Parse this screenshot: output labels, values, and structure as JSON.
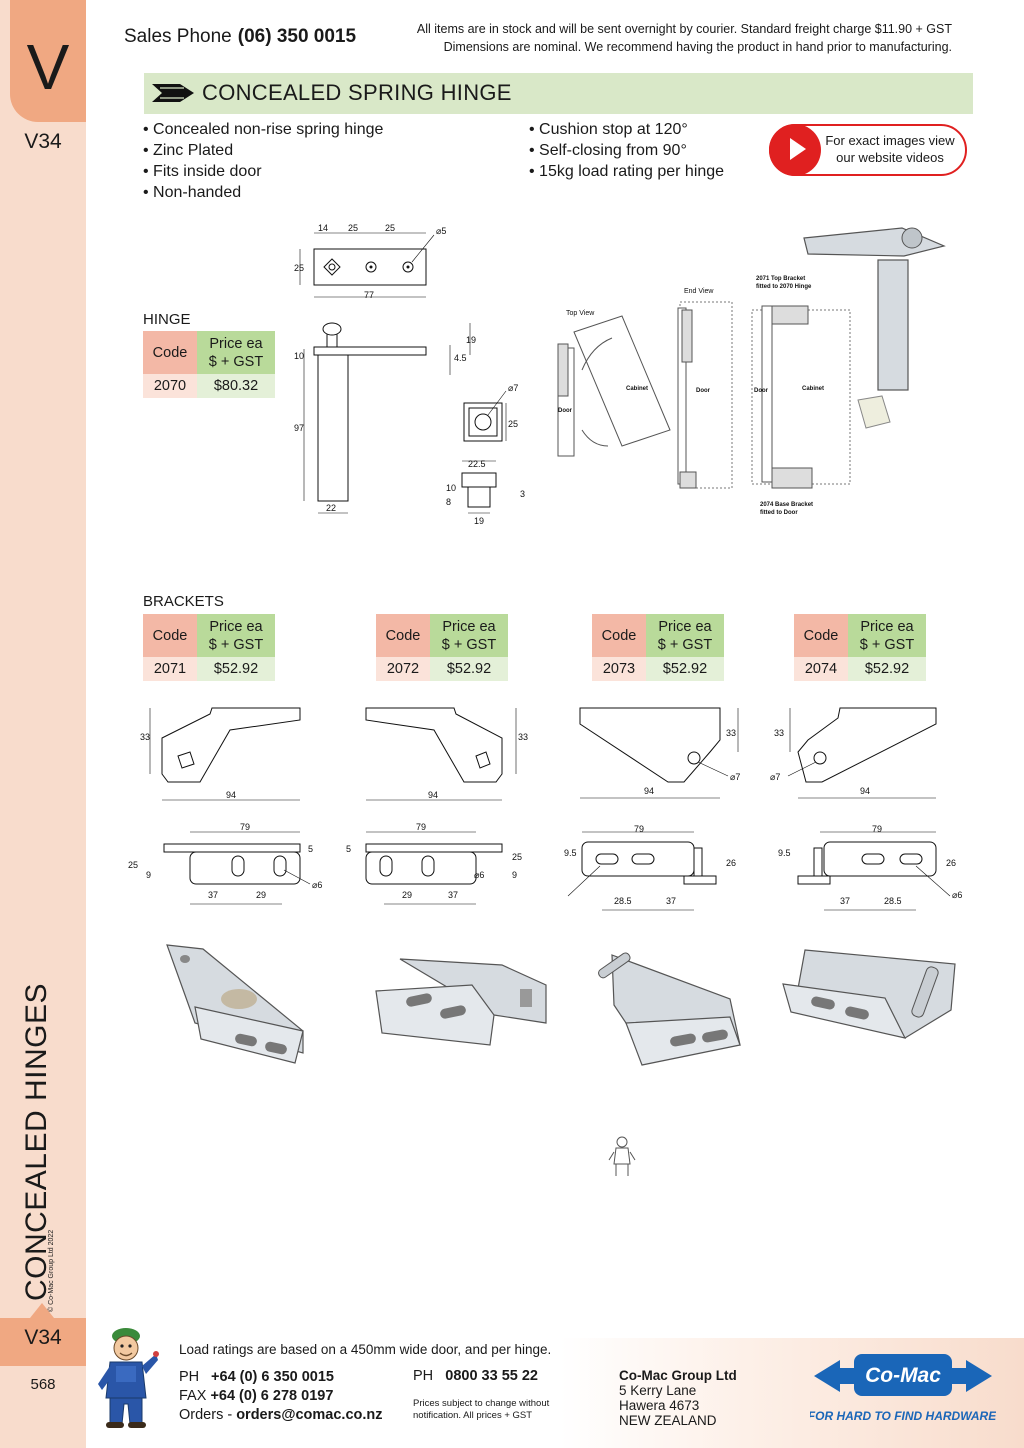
{
  "sidebar": {
    "tab_letter": "V",
    "code_top": "V34",
    "section_vertical": "CONCEALED HINGES",
    "copyright": "© Co-Mac Group Ltd 2022",
    "code_bottom": "V34",
    "page_number": "568"
  },
  "header": {
    "sales_phone_label": "Sales Phone",
    "sales_phone_number": "(06) 350 0015",
    "notice_line1": "All items are in stock and will be sent overnight by courier. Standard freight charge $11.90 + GST",
    "notice_line2": "Dimensions are nominal. We recommend having the product in hand prior to manufacturing."
  },
  "title": "CONCEALED SPRING HINGE",
  "features_left": [
    "Concealed non-rise spring hinge",
    "Zinc Plated",
    "Fits inside door",
    "Non-handed"
  ],
  "features_right": [
    "Cushion stop at 120°",
    "Self-closing from 90°",
    "15kg load rating per hinge"
  ],
  "video_button": {
    "line1": "For exact images view",
    "line2": "our website videos"
  },
  "hinge": {
    "label": "HINGE",
    "head_code": "Code",
    "head_price_1": "Price ea",
    "head_price_2": "$ + GST",
    "code": "2070",
    "price": "$80.32"
  },
  "brackets": {
    "label": "BRACKETS",
    "head_code": "Code",
    "head_price_1": "Price ea",
    "head_price_2": "$ + GST",
    "items": [
      {
        "code": "2071",
        "price": "$52.92"
      },
      {
        "code": "2072",
        "price": "$52.92"
      },
      {
        "code": "2073",
        "price": "$52.92"
      },
      {
        "code": "2074",
        "price": "$52.92"
      }
    ]
  },
  "hinge_dims": {
    "top_14": "14",
    "top_25a": "25",
    "top_25b": "25",
    "hole": "⌀5",
    "height_25": "25",
    "width_77": "77",
    "d19": "19",
    "d10": "10",
    "d45": "4.5",
    "d97": "97",
    "d22": "22",
    "sq_hole": "⌀7",
    "sq_25": "25",
    "b225": "22.5",
    "b10": "10",
    "b8": "8",
    "b3": "3",
    "b19": "19"
  },
  "diagram_labels": {
    "top_view": "Top View",
    "end_view": "End View",
    "cabinet": "Cabinet",
    "door": "Door",
    "top_bracket_1": "2071 Top Bracket",
    "top_bracket_2": "fitted to 2070 Hinge",
    "base_bracket_1": "2074 Base Bracket",
    "base_bracket_2": "fitted to Door"
  },
  "bracket_dims": {
    "d33": "33",
    "d94": "94",
    "d79": "79",
    "d7": "⌀7",
    "d6": "⌀6",
    "d25": "25",
    "d9": "9",
    "d5": "5",
    "d37": "37",
    "d29": "29",
    "d95": "9.5",
    "d26": "26",
    "d285": "28.5"
  },
  "footer": {
    "note": "Load ratings are based on a 450mm wide door, and per hinge.",
    "ph_label": "PH",
    "ph_value": "+64 (0) 6 350 0015",
    "fax_label": "FAX",
    "fax_value": "+64 (0) 6 278 0197",
    "orders_label": "Orders -",
    "orders_value": "orders@comac.co.nz",
    "ph2_label": "PH",
    "ph2_value": "0800 33 55 22",
    "prices_note": "Prices subject to change without notification. All prices + GST",
    "company": "Co-Mac Group Ltd",
    "addr1": "5 Kerry Lane",
    "addr2": "Hawera 4673",
    "addr3": "NEW ZEALAND",
    "logo_text": "Co-Mac",
    "tagline": "FOR HARD TO FIND HARDWARE"
  },
  "colors": {
    "sidebar": "#f8dccc",
    "tab": "#f0a882",
    "title_bar": "#d9e8c8",
    "code_head": "#f3b8a6",
    "price_head": "#b9da9a",
    "video_red": "#e02020",
    "logo_blue": "#1a66b8"
  }
}
